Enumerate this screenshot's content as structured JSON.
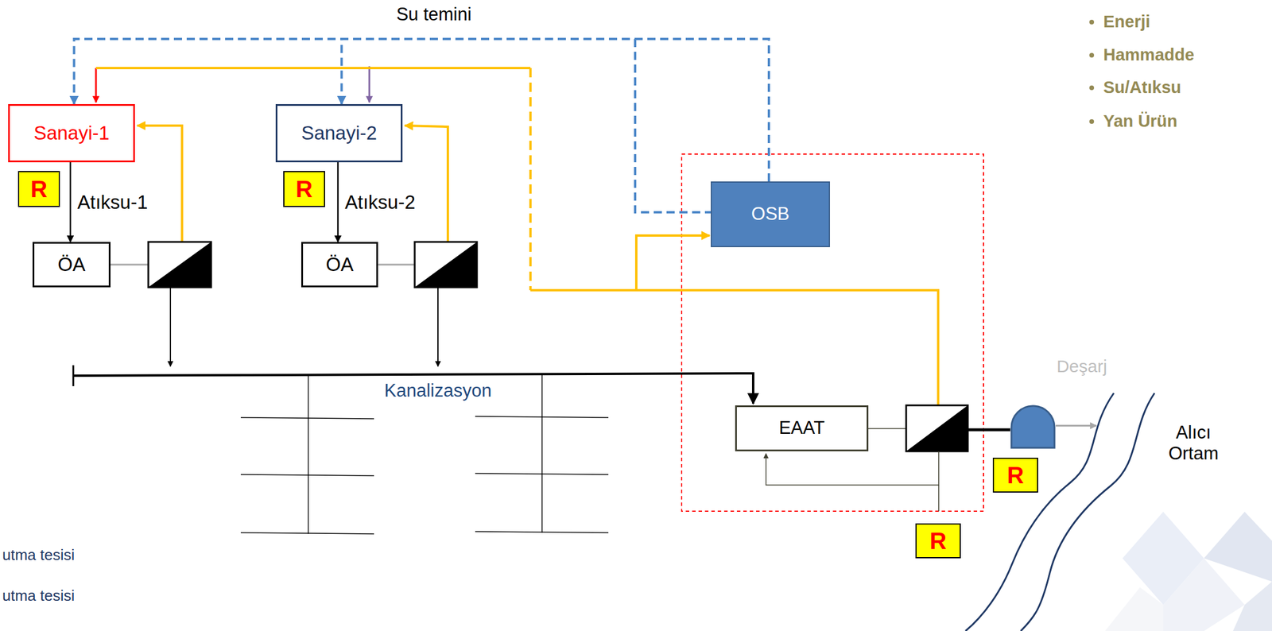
{
  "diagram": {
    "nodes": [
      {
        "text": [
          "Sanayi-1"
        ]
      },
      {
        "text": [
          "Sanayi-2"
        ]
      },
      {
        "text": [
          "OSB"
        ]
      },
      {
        "text": [
          "R"
        ]
      },
      {
        "text": [
          "R"
        ]
      },
      {
        "text": [
          "ÖA"
        ]
      },
      {
        "text": [
          "ÖA"
        ]
      },
      {
        "text": [
          "EAAT"
        ]
      },
      {
        "text": [
          "R"
        ]
      },
      {
        "text": [
          "R"
        ]
      }
    ],
    "edges": [
      {
        "from": 0,
        "to": 5,
        "label": "Atıksu-1",
        "arrow": "to"
      },
      {
        "from": 1,
        "to": 6,
        "label": "Atıksu-2",
        "arrow": "to"
      },
      {
        "from": 2,
        "to": 0,
        "arrow": "to"
      },
      {
        "from": 2,
        "to": 1,
        "arrow": "to"
      }
    ],
    "labels": [
      "Su temini",
      "Kanalizasyon",
      "Deşarj",
      "Alıcı Ortam",
      "Enerji",
      "Hammadde",
      "Su/Atıksu",
      "Yan Ürün",
      "utma tesisi",
      "utma tesisi"
    ]
  }
}
